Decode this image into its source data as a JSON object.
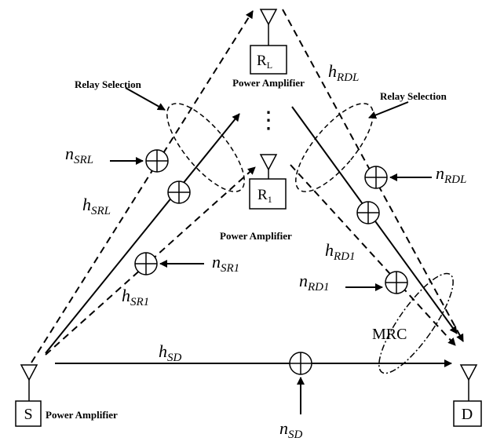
{
  "nodes": {
    "source": {
      "label": "S",
      "caption": "Power Amplifier"
    },
    "destination": {
      "label": "D"
    },
    "relay_top": {
      "label_main": "R",
      "label_sub": "L",
      "caption": "Power Amplifier"
    },
    "relay_bottom": {
      "label_main": "R",
      "label_sub": "1",
      "caption": "Power Amplifier"
    },
    "relay_dots": "⋮"
  },
  "annotations": {
    "relay_selection_left": "Relay Selection",
    "relay_selection_right": "Relay Selection",
    "mrc": "MRC"
  },
  "channels": {
    "h_rdl": {
      "main": "h",
      "sub": "RDL"
    },
    "h_srl": {
      "main": "h",
      "sub": "SRL"
    },
    "h_rd1": {
      "main": "h",
      "sub": "RD1"
    },
    "h_sr1": {
      "main": "h",
      "sub": "SR1"
    },
    "h_sd": {
      "main": "h",
      "sub": "SD"
    }
  },
  "noise": {
    "n_srl": {
      "main": "n",
      "sub": "SRL"
    },
    "n_rdl": {
      "main": "n",
      "sub": "RDL"
    },
    "n_sr1": {
      "main": "n",
      "sub": "SR1"
    },
    "n_rd1": {
      "main": "n",
      "sub": "RD1"
    },
    "n_sd": {
      "main": "n",
      "sub": "SD"
    }
  }
}
